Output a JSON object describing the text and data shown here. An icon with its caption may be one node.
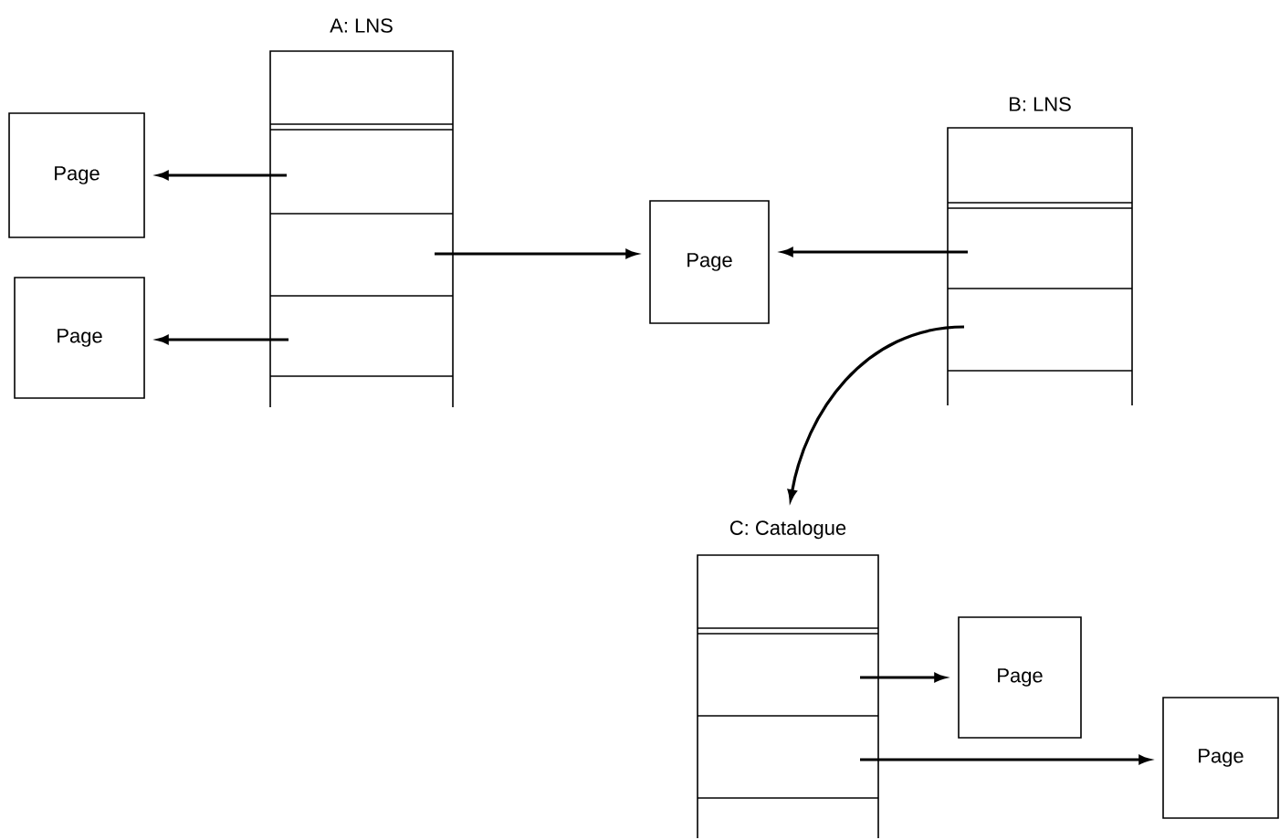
{
  "diagram": {
    "nodes": [
      {
        "text": [
          "A: LNS"
        ]
      },
      {
        "text": [
          "Page"
        ]
      },
      {
        "text": [
          "Page"
        ]
      },
      {
        "text": [
          "Page"
        ]
      },
      {
        "text": [
          "B: LNS"
        ]
      },
      {
        "text": [
          "C: Catalogue"
        ]
      },
      {
        "text": [
          "Page"
        ]
      },
      {
        "text": [
          "Page"
        ]
      }
    ],
    "edges": [
      {
        "from": 0,
        "to": 1,
        "arrow": "to"
      },
      {
        "from": 0,
        "to": 2,
        "arrow": "to"
      },
      {
        "from": 0,
        "to": 3,
        "arrow": "to"
      },
      {
        "from": 4,
        "to": 3,
        "arrow": "to"
      },
      {
        "from": 4,
        "to": 5,
        "arrow": "to"
      },
      {
        "from": 5,
        "to": 6,
        "arrow": "to"
      },
      {
        "from": 5,
        "to": 7,
        "arrow": "to"
      }
    ]
  }
}
